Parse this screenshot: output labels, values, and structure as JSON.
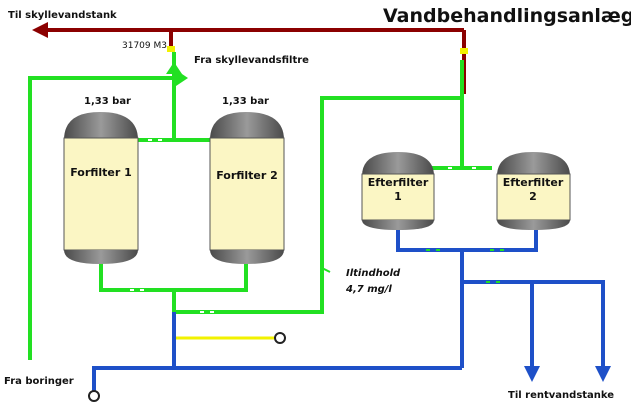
{
  "title": "Vandbehandlingsanlæg",
  "labels": {
    "to_rinse_tank": "Til skyllevandstank",
    "volume": "31709 M3",
    "from_rinse_filters": "Fra skyllevandsfiltre",
    "from_wells": "Fra boringer",
    "to_clean_tanks": "Til rentvandstanke",
    "oxygen_line1": "Iltindhold",
    "oxygen_line2": "4,7 mg/l"
  },
  "tanks": [
    {
      "id": "forfilter-1",
      "name": "Forfilter 1",
      "pressure": "1,33 bar"
    },
    {
      "id": "forfilter-2",
      "name": "Forfilter 2",
      "pressure": "1,33 bar"
    },
    {
      "id": "efterfilter-1",
      "name_line1": "Efterfilter",
      "name_line2": "1"
    },
    {
      "id": "efterfilter-2",
      "name_line1": "Efterfilter",
      "name_line2": "2"
    }
  ],
  "colors": {
    "rinse_pipe": "#8b0000",
    "green_pipe": "#22e022",
    "blue_pipe": "#1e50c8",
    "yellow_pipe": "#f2f200",
    "tank_body": "#fbf6c4",
    "tank_cap": "#6e6e6e"
  }
}
